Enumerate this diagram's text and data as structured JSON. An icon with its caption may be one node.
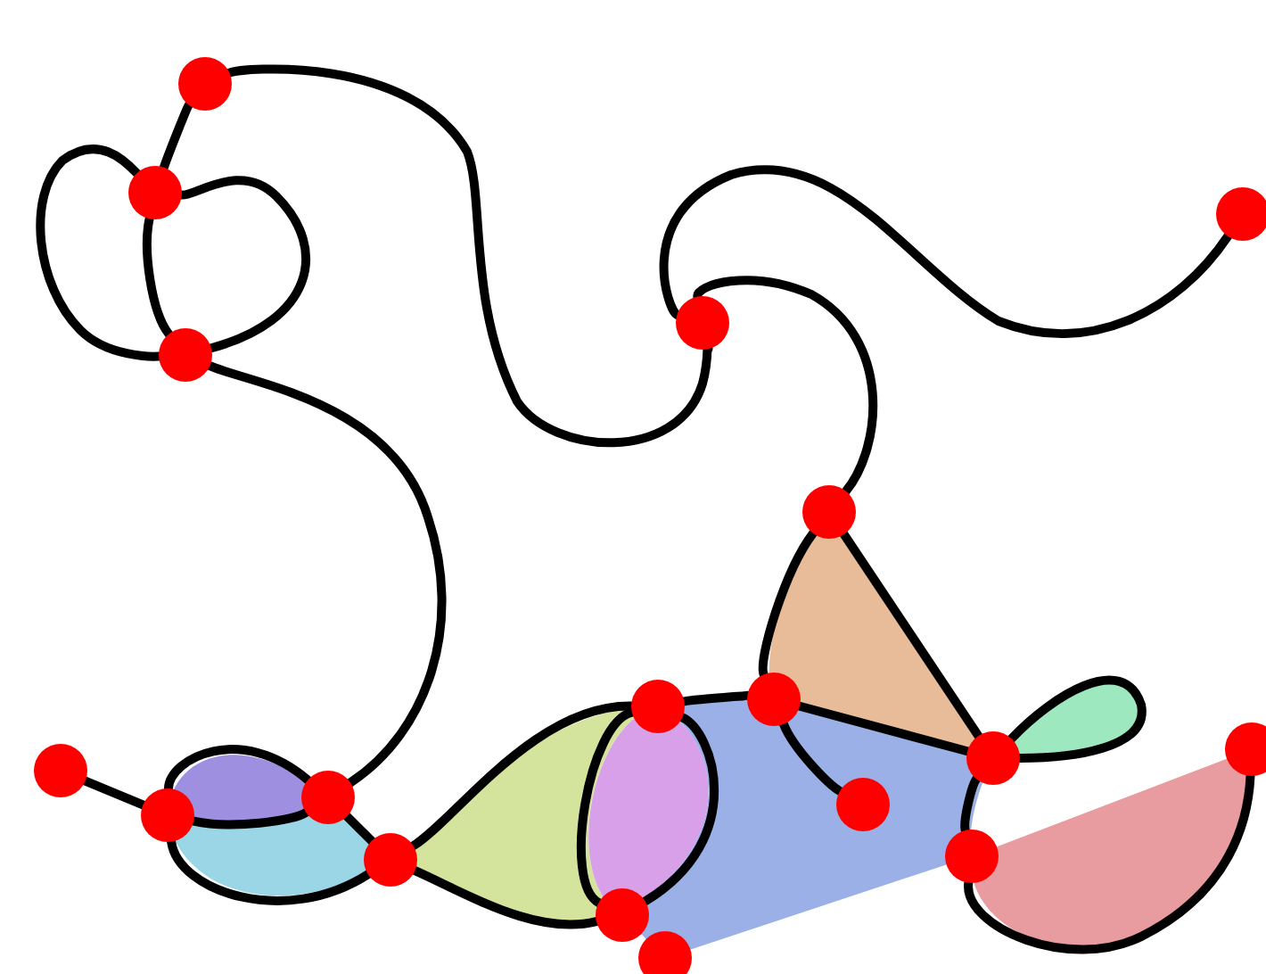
{
  "diagram": {
    "nodes": [
      {
        "text": [],
        "shape": "circle"
      },
      {
        "text": [],
        "shape": "circle"
      },
      {
        "text": [],
        "shape": "circle"
      },
      {
        "text": [],
        "shape": "circle"
      },
      {
        "text": [],
        "shape": "circle"
      },
      {
        "text": [],
        "shape": "circle"
      },
      {
        "text": [],
        "shape": "circle"
      },
      {
        "text": [],
        "shape": "circle"
      },
      {
        "text": [],
        "shape": "circle"
      },
      {
        "text": [],
        "shape": "circle"
      },
      {
        "text": [],
        "shape": "circle"
      },
      {
        "text": [],
        "shape": "circle"
      },
      {
        "text": [],
        "shape": "circle"
      },
      {
        "text": [],
        "shape": "circle"
      },
      {
        "text": [],
        "shape": "circle"
      },
      {
        "text": [],
        "shape": "circle"
      },
      {
        "text": [],
        "shape": "circle"
      },
      {
        "text": [],
        "shape": "circle"
      }
    ],
    "edges": [
      {
        "from": 0,
        "to": 3,
        "arrow": "none"
      },
      {
        "from": 3,
        "to": 4,
        "arrow": "none"
      },
      {
        "from": 0,
        "to": 1,
        "arrow": "none"
      },
      {
        "from": 1,
        "to": 2,
        "arrow": "none"
      },
      {
        "from": 1,
        "to": 2,
        "arrow": "none"
      },
      {
        "from": 1,
        "to": 2,
        "arrow": "none"
      },
      {
        "from": 2,
        "to": 8,
        "arrow": "none"
      },
      {
        "from": 3,
        "to": 5,
        "arrow": "none"
      },
      {
        "from": 5,
        "to": 11,
        "arrow": "none"
      },
      {
        "from": 5,
        "to": 13,
        "arrow": "none"
      },
      {
        "from": 11,
        "to": 13,
        "arrow": "none"
      },
      {
        "from": 11,
        "to": 12,
        "arrow": "none"
      },
      {
        "from": 10,
        "to": 11,
        "arrow": "none"
      },
      {
        "from": 10,
        "to": 16,
        "arrow": "none"
      },
      {
        "from": 10,
        "to": 16,
        "arrow": "none"
      },
      {
        "from": 9,
        "to": 10,
        "arrow": "none"
      },
      {
        "from": 9,
        "to": 16,
        "arrow": "none"
      },
      {
        "from": 13,
        "to": 13,
        "arrow": "none"
      },
      {
        "from": 13,
        "to": 15,
        "arrow": "none"
      },
      {
        "from": 15,
        "to": 14,
        "arrow": "none"
      },
      {
        "from": 8,
        "to": 9,
        "arrow": "none"
      },
      {
        "from": 7,
        "to": 8,
        "arrow": "none"
      },
      {
        "from": 7,
        "to": 8,
        "arrow": "none"
      },
      {
        "from": 7,
        "to": 9,
        "arrow": "none"
      },
      {
        "from": 6,
        "to": 7,
        "arrow": "none"
      }
    ]
  }
}
